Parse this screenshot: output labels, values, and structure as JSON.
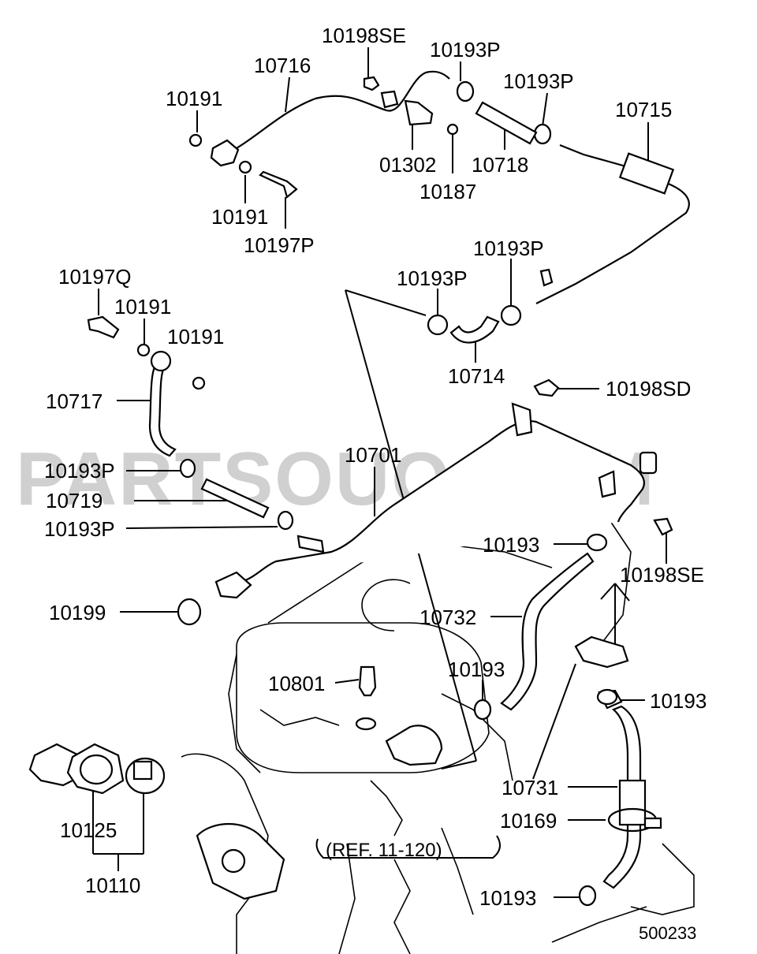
{
  "watermark": "PARTSOUQ.COM",
  "reference": "(REF. 11-120)",
  "diagram_code": "500233",
  "labels": {
    "p10198SE_top": "10198SE",
    "p10193P_a": "10193P",
    "p10716": "10716",
    "p10193P_b": "10193P",
    "p10191_a": "10191",
    "p10715": "10715",
    "p01302": "01302",
    "p10718": "10718",
    "p10187": "10187",
    "p10191_b": "10191",
    "p10197P": "10197P",
    "p10193P_c": "10193P",
    "p10197Q": "10197Q",
    "p10193P_d": "10193P",
    "p10191_c": "10191",
    "p10191_d": "10191",
    "p10714": "10714",
    "p10198SD": "10198SD",
    "p10717": "10717",
    "p10701": "10701",
    "p10193P_e": "10193P",
    "p10719": "10719",
    "p10193P_f": "10193P",
    "p10193_a": "10193",
    "p10198SE_right": "10198SE",
    "p10199": "10199",
    "p10732": "10732",
    "p10193_b": "10193",
    "p10801": "10801",
    "p10193_c": "10193",
    "p10731": "10731",
    "p10125": "10125",
    "p10169": "10169",
    "p10110": "10110",
    "p10193_d": "10193"
  }
}
